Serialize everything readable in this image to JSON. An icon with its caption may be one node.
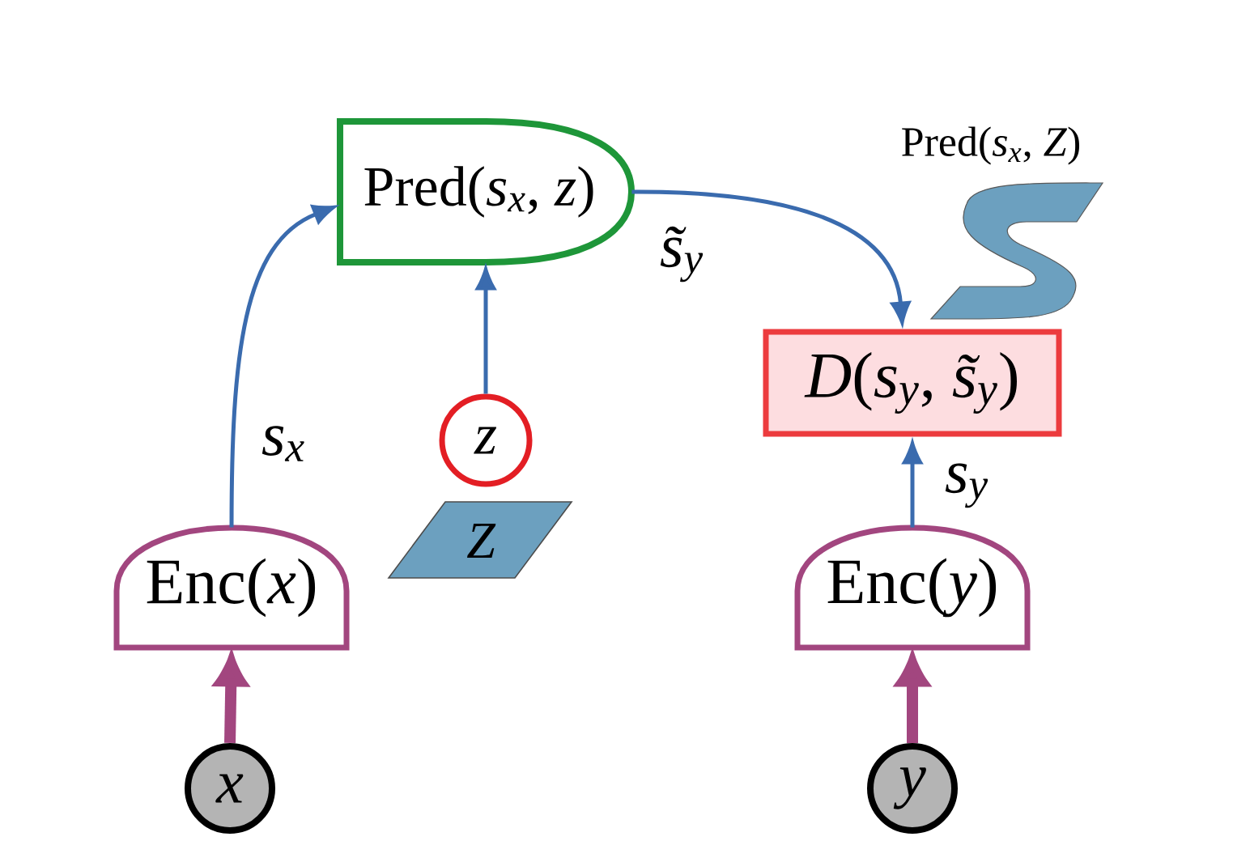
{
  "diagram": {
    "nodes": [
      {
        "text": [
          "Pred(*s$_{x}$*, *z*)"
        ]
      },
      {
        "text": [
          "Pred(*s$_{x}$*, *Z*)"
        ]
      },
      {
        "text": [
          "*D*(*s$_{y}$*, *s̃$_{y}$*)"
        ]
      },
      {
        "text": [
          "z"
        ]
      },
      {
        "text": [
          "Z"
        ]
      },
      {
        "text": [
          "Enc(*x*)"
        ]
      },
      {
        "text": [
          "Enc(*y*)"
        ]
      },
      {
        "text": [
          "x"
        ]
      },
      {
        "text": [
          "y"
        ]
      }
    ],
    "edges": [
      {
        "from": 5,
        "to": 0,
        "arrow": "to",
        "label": "s$_{x}$"
      },
      {
        "from": 3,
        "to": 0,
        "arrow": "to"
      },
      {
        "from": 0,
        "to": 2,
        "arrow": "to",
        "label": "s̃$_{y}$"
      },
      {
        "from": 6,
        "to": 2,
        "arrow": "to",
        "label": "s$_{y}$"
      },
      {
        "from": 7,
        "to": 5,
        "arrow": "to",
        "style": "thick",
        "color": "#a2467f"
      },
      {
        "from": 8,
        "to": 6,
        "arrow": "to",
        "style": "thick",
        "color": "#a2467f"
      }
    ]
  }
}
